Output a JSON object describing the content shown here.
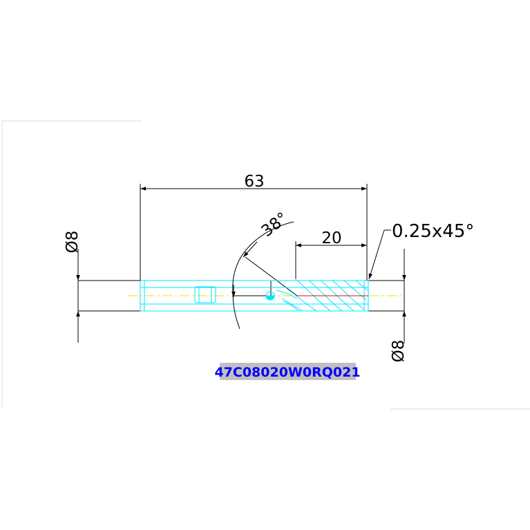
{
  "drawing": {
    "dimensions": {
      "overall_length": "63",
      "flute_length": "20",
      "helix_angle": "38°",
      "chamfer": "0.25x45°",
      "shank_diameter": "Ø8",
      "cutter_diameter": "Ø8"
    },
    "part_number": "47C08020W0RQ021"
  },
  "colors": {
    "outline": "#000000",
    "hidden": "#00e5ff",
    "centerline": "#e6e600",
    "chamfer_mark": "#ff0000",
    "part_number_text": "#0000ff",
    "part_number_bg": "#c0c0c0",
    "sheet_frame": "#dddddd"
  }
}
